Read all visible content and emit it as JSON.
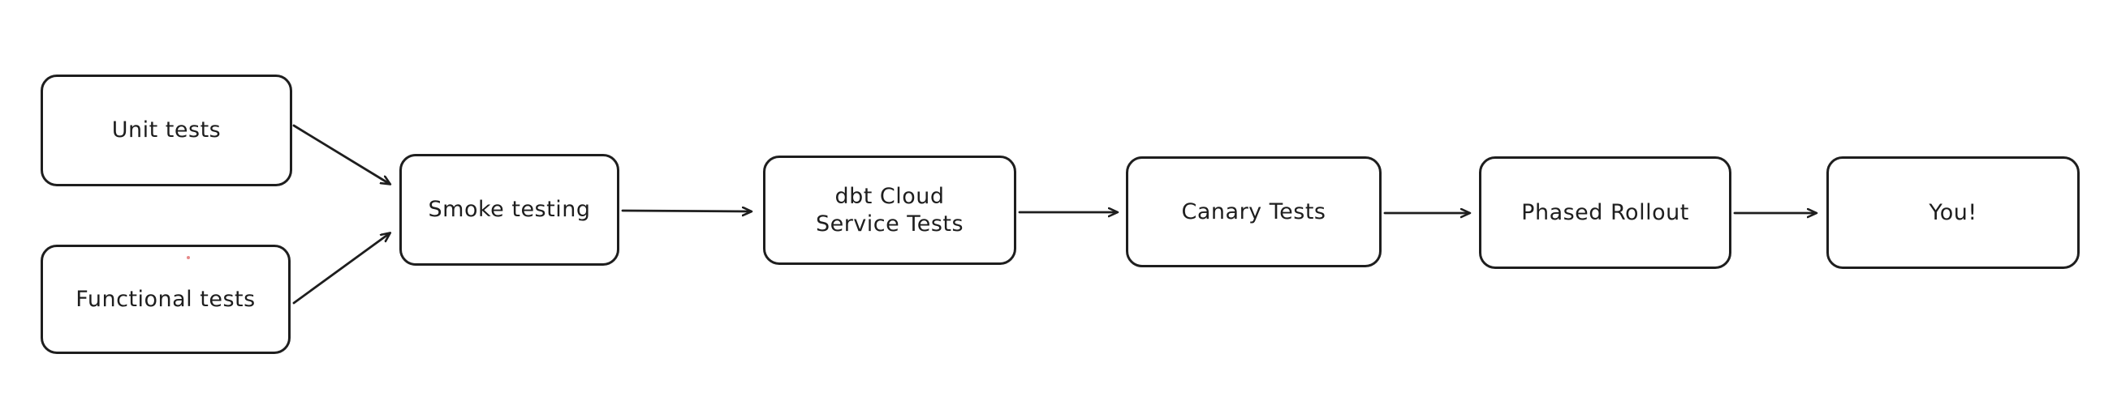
{
  "diagram": {
    "title": "Release testing pipeline flowchart",
    "background_color": "#ffffff",
    "stroke_color": "#1e1e1e",
    "nodes": [
      {
        "id": "unit-tests",
        "label": "Unit tests"
      },
      {
        "id": "functional-tests",
        "label": "Functional tests"
      },
      {
        "id": "smoke-testing",
        "label": "Smoke testing"
      },
      {
        "id": "dbt-cloud-service-tests",
        "label": "dbt Cloud\nService Tests"
      },
      {
        "id": "canary-tests",
        "label": "Canary Tests"
      },
      {
        "id": "phased-rollout",
        "label": "Phased Rollout"
      },
      {
        "id": "you",
        "label": "You!"
      }
    ],
    "edges": [
      {
        "from": "unit-tests",
        "to": "smoke-testing"
      },
      {
        "from": "functional-tests",
        "to": "smoke-testing"
      },
      {
        "from": "smoke-testing",
        "to": "dbt-cloud-service-tests"
      },
      {
        "from": "dbt-cloud-service-tests",
        "to": "canary-tests"
      },
      {
        "from": "canary-tests",
        "to": "phased-rollout"
      },
      {
        "from": "phased-rollout",
        "to": "you"
      }
    ]
  }
}
